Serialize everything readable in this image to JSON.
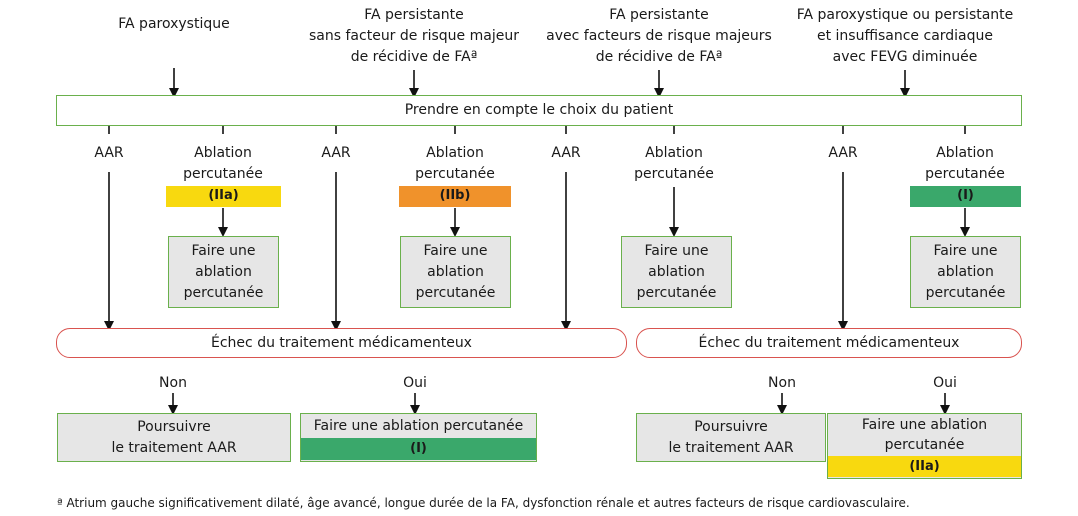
{
  "headers": {
    "h1": "FA paroxystique",
    "h2": [
      "FA persistante",
      "sans facteur de risque majeur",
      "de récidive de FAª"
    ],
    "h3": [
      "FA persistante",
      "avec facteurs de risque majeurs",
      "de récidive de FAª"
    ],
    "h4": [
      "FA paroxystique ou persistante",
      "et insuffisance cardiaque",
      "avec FEVG diminuée"
    ]
  },
  "patient_choice": "Prendre en compte le choix du patient",
  "options": {
    "aar": "AAR",
    "ablation": [
      "Ablation",
      "percutanée"
    ]
  },
  "classes": {
    "c1": "(IIa)",
    "c2": "(IIb)",
    "c4": "(I)"
  },
  "action_box": [
    "Faire une",
    "ablation",
    "percutanée"
  ],
  "failure": "Échec du traitement médicamenteux",
  "answers": {
    "no": "Non",
    "yes": "Oui"
  },
  "outcomes": {
    "continue": [
      "Poursuivre",
      "le traitement AAR"
    ],
    "ablate_left": "Faire une ablation percutanée",
    "ablate_left_class": "(I)",
    "ablate_right": [
      "Faire une ablation",
      "percutanée"
    ],
    "ablate_right_class": "(IIa)"
  },
  "footnote": "ª Atrium gauche significativement dilaté, âge avancé, longue durée de la FA, dysfonction rénale et autres facteurs de risque cardiovasculaire.",
  "colors": {
    "frame_green": "#6ab04c",
    "frame_red": "#d9534f",
    "yellow": "#f8d90f",
    "orange": "#f0922b",
    "green": "#3aa86b",
    "grey": "#e6e6e6"
  }
}
